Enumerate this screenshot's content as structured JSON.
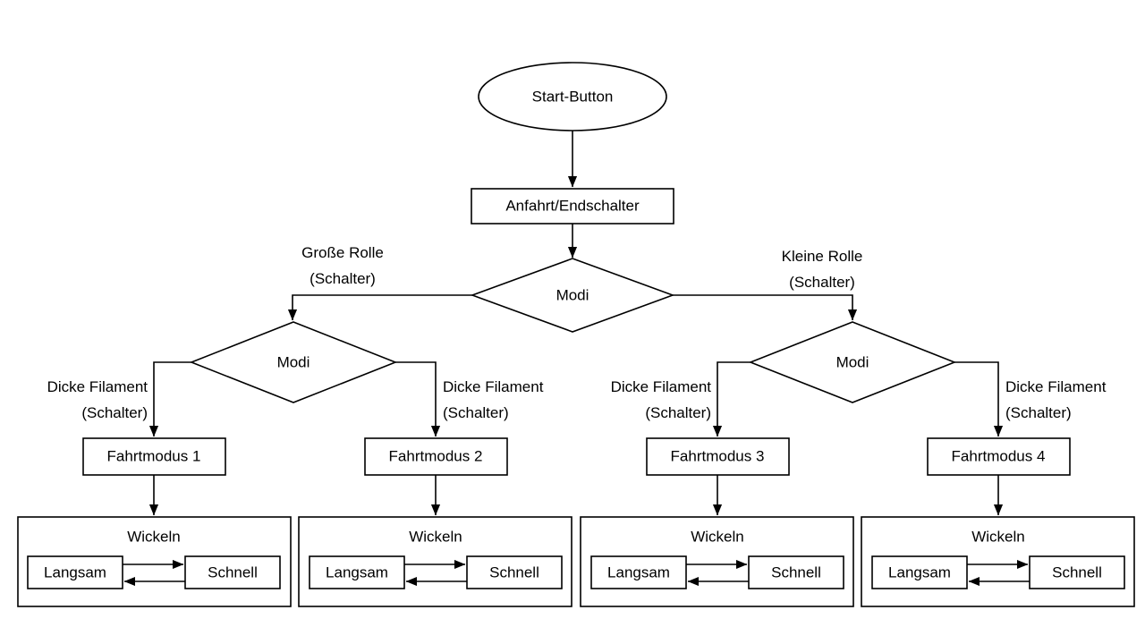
{
  "diagram": {
    "title_node": "Start-Button",
    "nodes": {
      "start": "Start-Button",
      "endschalter": "Anfahrt/Endschalter",
      "modi_root": "Modi",
      "modi_left": "Modi",
      "modi_right": "Modi",
      "fahrtmodus_1": "Fahrtmodus 1",
      "fahrtmodus_2": "Fahrtmodus 2",
      "fahrtmodus_3": "Fahrtmodus 3",
      "fahrtmodus_4": "Fahrtmodus 4"
    },
    "edge_labels": {
      "grosse_rolle_line1": "Große Rolle",
      "grosse_rolle_line2": "(Schalter)",
      "kleine_rolle_line1": "Kleine Rolle",
      "kleine_rolle_line2": "(Schalter)",
      "dicke_filament_line1": "Dicke Filament",
      "dicke_filament_line2": "(Schalter)"
    },
    "wickeln_groups": [
      {
        "title": "Wickeln",
        "slow": "Langsam",
        "fast": "Schnell"
      },
      {
        "title": "Wickeln",
        "slow": "Langsam",
        "fast": "Schnell"
      },
      {
        "title": "Wickeln",
        "slow": "Langsam",
        "fast": "Schnell"
      },
      {
        "title": "Wickeln",
        "slow": "Langsam",
        "fast": "Schnell"
      }
    ],
    "colors": {
      "stroke": "#000000",
      "fill": "#ffffff",
      "text": "#000000"
    }
  }
}
